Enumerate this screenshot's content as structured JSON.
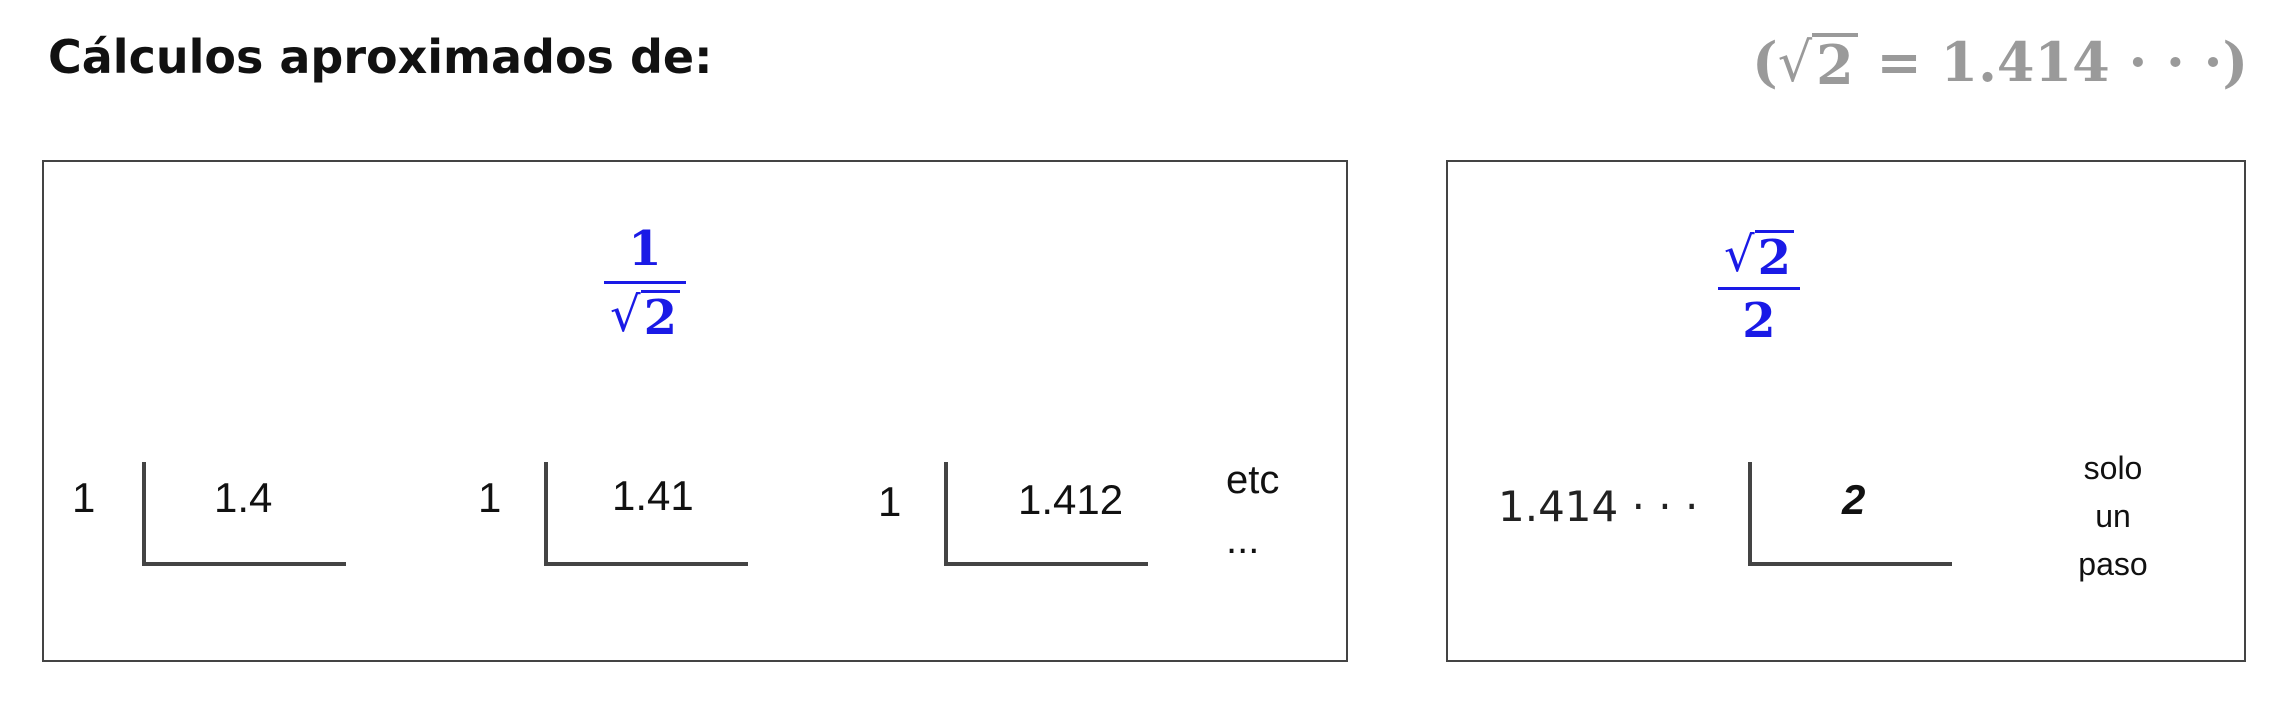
{
  "header": {
    "title": "Cálculos aproximados de:",
    "formula_open": "(",
    "formula_radicand": "2",
    "formula_rest": " = 1.414 · · ·)"
  },
  "left_panel": {
    "fraction": {
      "numerator": "1",
      "radicand": "2"
    },
    "divisions": [
      {
        "dividend": "1",
        "divisor": "1.4"
      },
      {
        "dividend": "1",
        "divisor": "1.41"
      },
      {
        "dividend": "1",
        "divisor": "1.412"
      }
    ],
    "etc_label": "etc",
    "ellipsis": "..."
  },
  "right_panel": {
    "fraction": {
      "radicand": "2",
      "denominator": "2"
    },
    "division": {
      "dividend": "1.414 · · ·",
      "divisor": "2"
    },
    "note": [
      "solo",
      "un",
      "paso"
    ]
  },
  "colors": {
    "fraction": "#1a1ae6",
    "formula": "#9a9a9a",
    "line": "#444444"
  }
}
